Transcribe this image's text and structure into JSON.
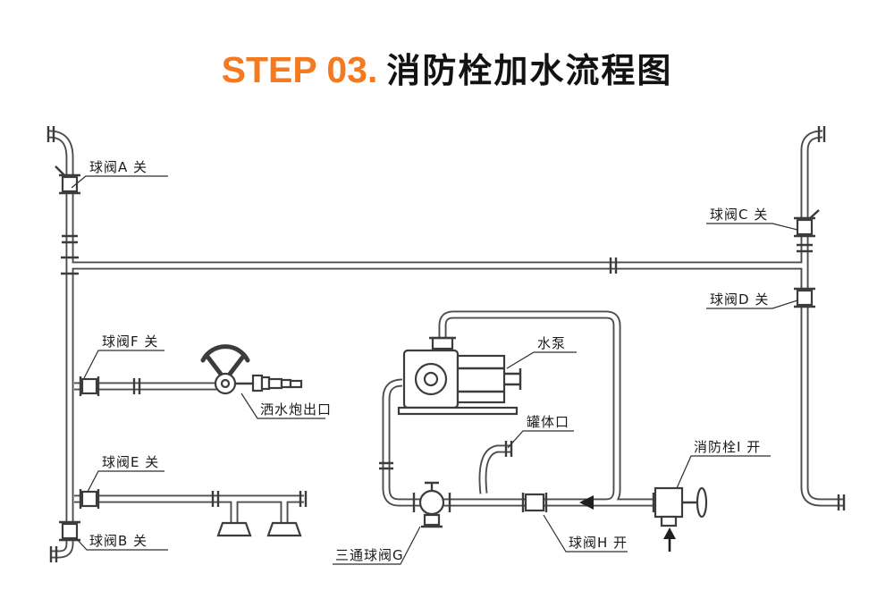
{
  "title": {
    "step": "STEP 03.",
    "name": "消防栓加水流程图"
  },
  "colors": {
    "accent": "#f5791e",
    "title_text": "#121212",
    "pipe_line": "#4d4d4d",
    "label_text": "#1a1a1a",
    "background": "#ffffff"
  },
  "icons": {
    "flow_left": "left-flow-arrow",
    "flow_up": "up-flow-arrow"
  },
  "labels": {
    "valve_a": "球阀A 关",
    "valve_b": "球阀B 关",
    "valve_c": "球阀C 关",
    "valve_d": "球阀D 关",
    "valve_e": "球阀E 关",
    "valve_f": "球阀F 关",
    "three_way_valve_g": "三通球阀G",
    "valve_h": "球阀H 开",
    "hydrant_i": "消防栓I 开",
    "pump": "水泵",
    "tank_port": "罐体口",
    "cannon_outlet": "洒水炮出口"
  }
}
